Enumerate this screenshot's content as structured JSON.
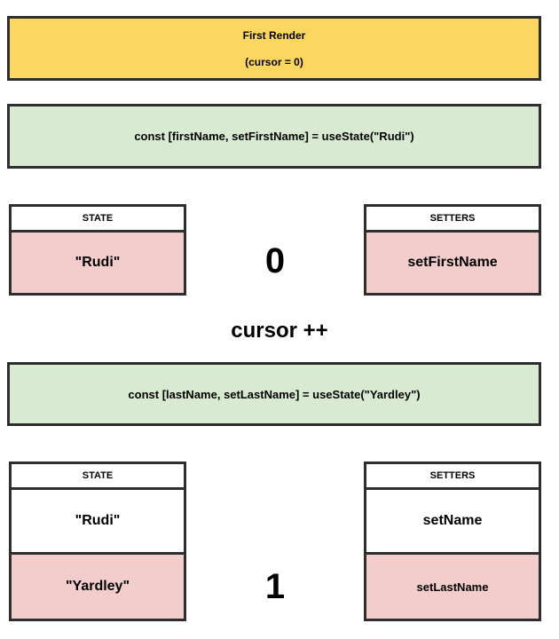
{
  "banner": {
    "title": "First Render",
    "subtitle": "(cursor = 0)"
  },
  "code_blocks": {
    "first": "const [firstName, setFirstName] = useState(\"Rudi\")",
    "second": "const [lastName, setLastName] = useState(\"Yardley\")"
  },
  "cursor_increment_label": "cursor ++",
  "render_step_1": {
    "cursor_index": "0",
    "state_table": {
      "header": "STATE",
      "rows": [
        "\"Rudi\""
      ]
    },
    "setters_table": {
      "header": "SETTERS",
      "rows": [
        "setFirstName"
      ]
    }
  },
  "render_step_2": {
    "cursor_index": "1",
    "state_table": {
      "header": "STATE",
      "rows": [
        "\"Rudi\"",
        "\"Yardley\""
      ]
    },
    "setters_table": {
      "header": "SETTERS",
      "rows": [
        "setName",
        "setLastName"
      ]
    }
  },
  "colors": {
    "banner_bg": "#FBD661",
    "code_bg": "#D9EAD3",
    "highlight_bg": "#F3CDCB",
    "border": "#2E2E2E",
    "text": "#000000"
  }
}
